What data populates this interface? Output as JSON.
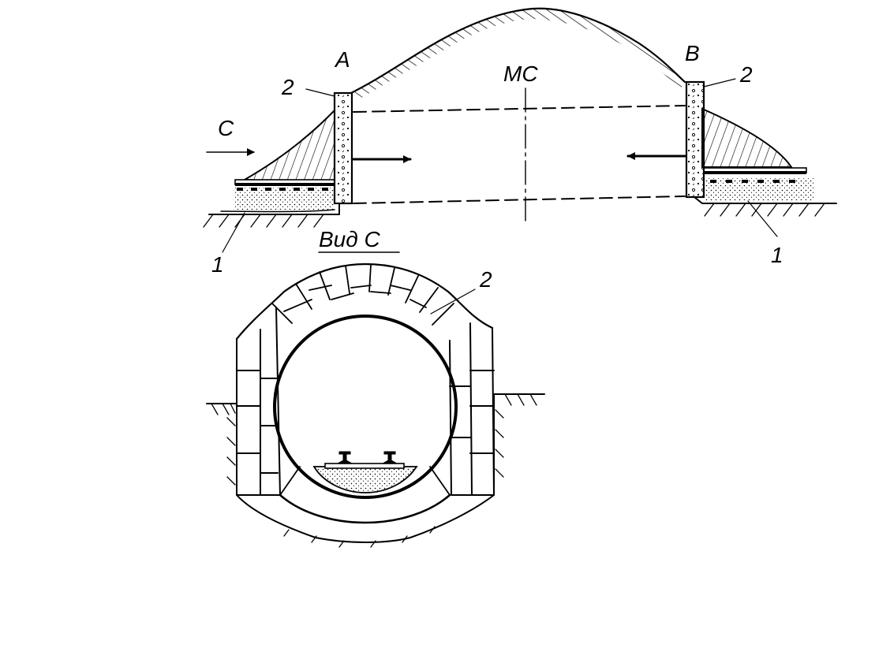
{
  "labels": {
    "portal_a": "A",
    "portal_b": "B",
    "center_line": "MC",
    "view_direction": "C",
    "view_title": "Вид С",
    "item_2_left": "2",
    "item_2_right": "2",
    "item_2_section": "2",
    "item_1_left": "1",
    "item_1_right": "1"
  },
  "colors": {
    "ink": "#000000",
    "background": "#ffffff"
  }
}
